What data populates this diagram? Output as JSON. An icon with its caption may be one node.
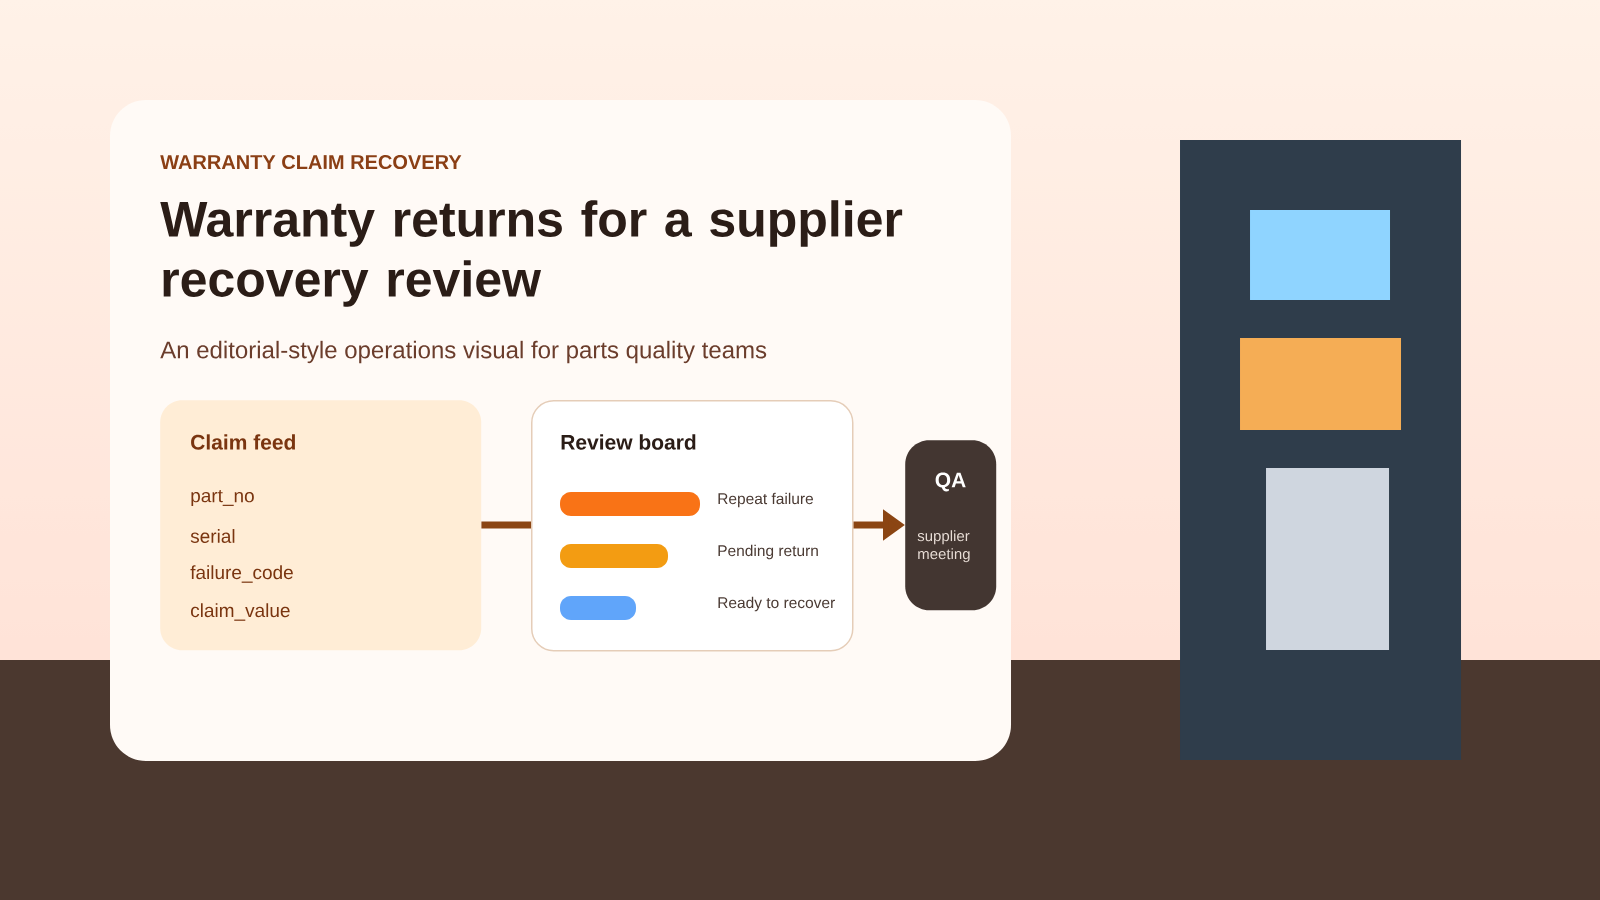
{
  "diagram": {
    "title": "Warranty returns for a supplier recovery review",
    "nodes": [
      {
        "text": [
          "Claim feed",
          "part_no",
          "serial",
          "failure_code",
          "claim_value"
        ]
      },
      {
        "text": [
          "Review board",
          "Repeat failure",
          "Pending return",
          "Ready to recover"
        ]
      },
      {
        "text": [
          "QA",
          "supplier meeting"
        ]
      }
    ],
    "edges": [
      {
        "from": 0,
        "to": 1,
        "arrow": "none"
      },
      {
        "from": 1,
        "to": 2,
        "arrow": "to"
      }
    ],
    "labels": [
      "WARRANTY CLAIM RECOVERY",
      "An editorial-style operations visual for parts quality teams"
    ]
  }
}
